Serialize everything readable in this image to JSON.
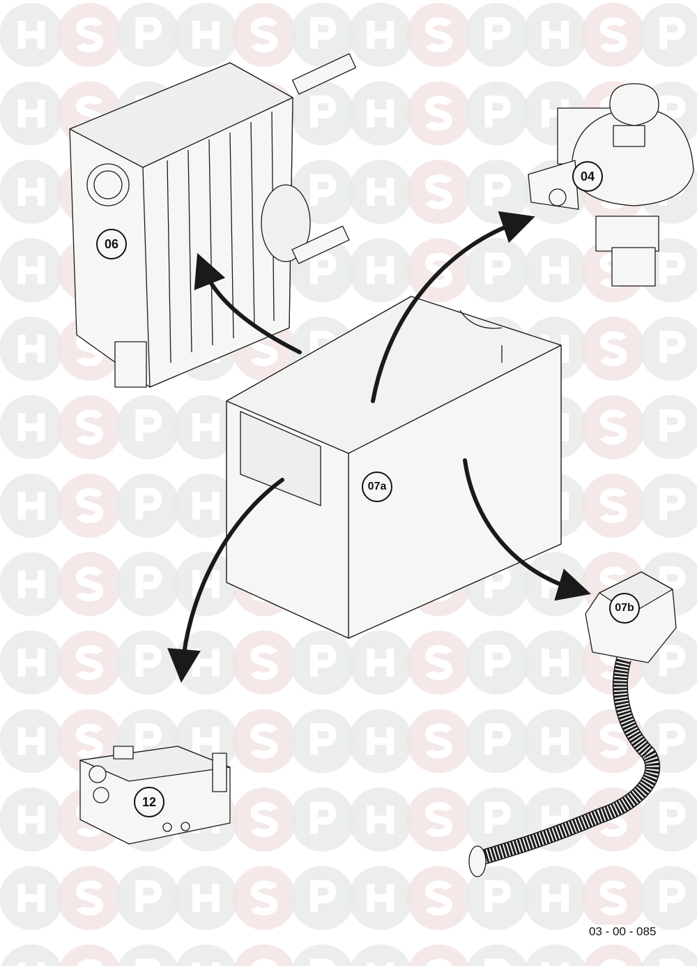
{
  "watermark": {
    "letters": [
      "H",
      "S",
      "P"
    ],
    "colors": {
      "grey": "#e8ebe9",
      "pink": "#f3e4e4",
      "letter": "#ffffff"
    }
  },
  "callouts": {
    "heat_exchanger": "06",
    "fan": "04",
    "casing": "07a",
    "flue_hood": "07b",
    "control_panel": "12"
  },
  "drawing_number": "03 - 00 - 085",
  "colors": {
    "line": "#1a1a1a",
    "fill": "#f6f6f4",
    "arrow": "#1a1a1a"
  }
}
